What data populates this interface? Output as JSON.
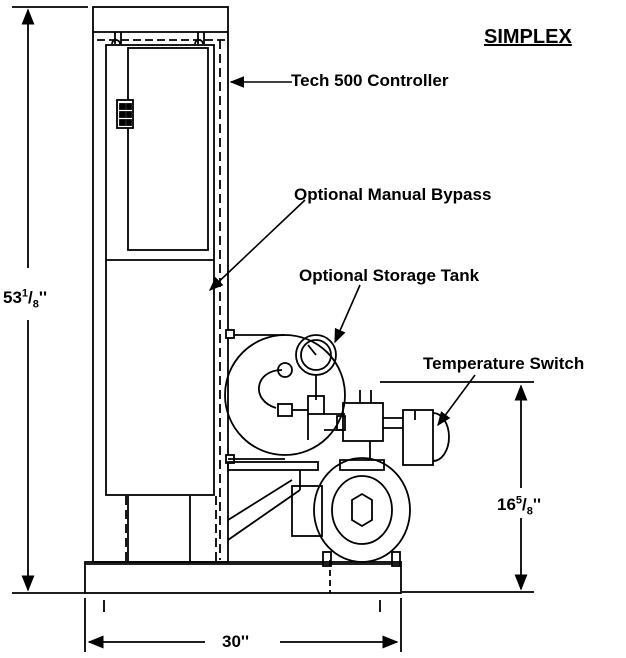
{
  "title": "SIMPLEX",
  "callouts": {
    "controller": "Tech 500 Controller",
    "bypass": "Optional Manual Bypass",
    "tank": "Optional Storage Tank",
    "temp_switch": "Temperature Switch"
  },
  "dimensions": {
    "height": {
      "whole": "53",
      "num": "1",
      "den": "8",
      "unit": "''"
    },
    "pump_height": {
      "whole": "16",
      "num": "5",
      "den": "8",
      "unit": "''"
    },
    "width": {
      "text": "30''"
    }
  }
}
